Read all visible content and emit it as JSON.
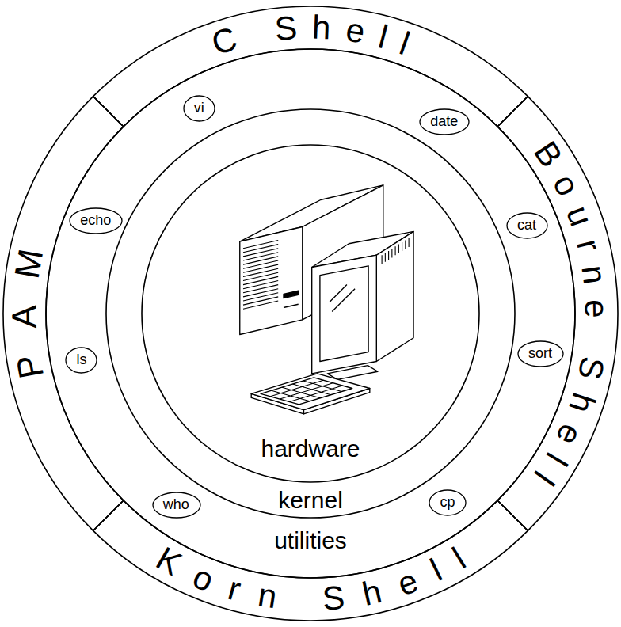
{
  "diagram": {
    "nodes": [
      {
        "text": [
          "C Shell"
        ]
      },
      {
        "text": [
          "Bourne Shell"
        ]
      },
      {
        "text": [
          "Korn Shell"
        ]
      },
      {
        "text": [
          "PAM"
        ]
      },
      {
        "text": [
          "utilities"
        ]
      },
      {
        "text": [
          "vi"
        ],
        "in": 4
      },
      {
        "text": [
          "date"
        ],
        "in": 4
      },
      {
        "text": [
          "echo"
        ],
        "in": 4
      },
      {
        "text": [
          "cat"
        ],
        "in": 4
      },
      {
        "text": [
          "ls"
        ],
        "in": 4
      },
      {
        "text": [
          "sort"
        ],
        "in": 4
      },
      {
        "text": [
          "who"
        ],
        "in": 4
      },
      {
        "text": [
          "cp"
        ],
        "in": 4
      },
      {
        "text": [
          "kernel"
        ],
        "in": 4
      },
      {
        "text": [
          "hardware"
        ],
        "in": 13
      }
    ]
  }
}
